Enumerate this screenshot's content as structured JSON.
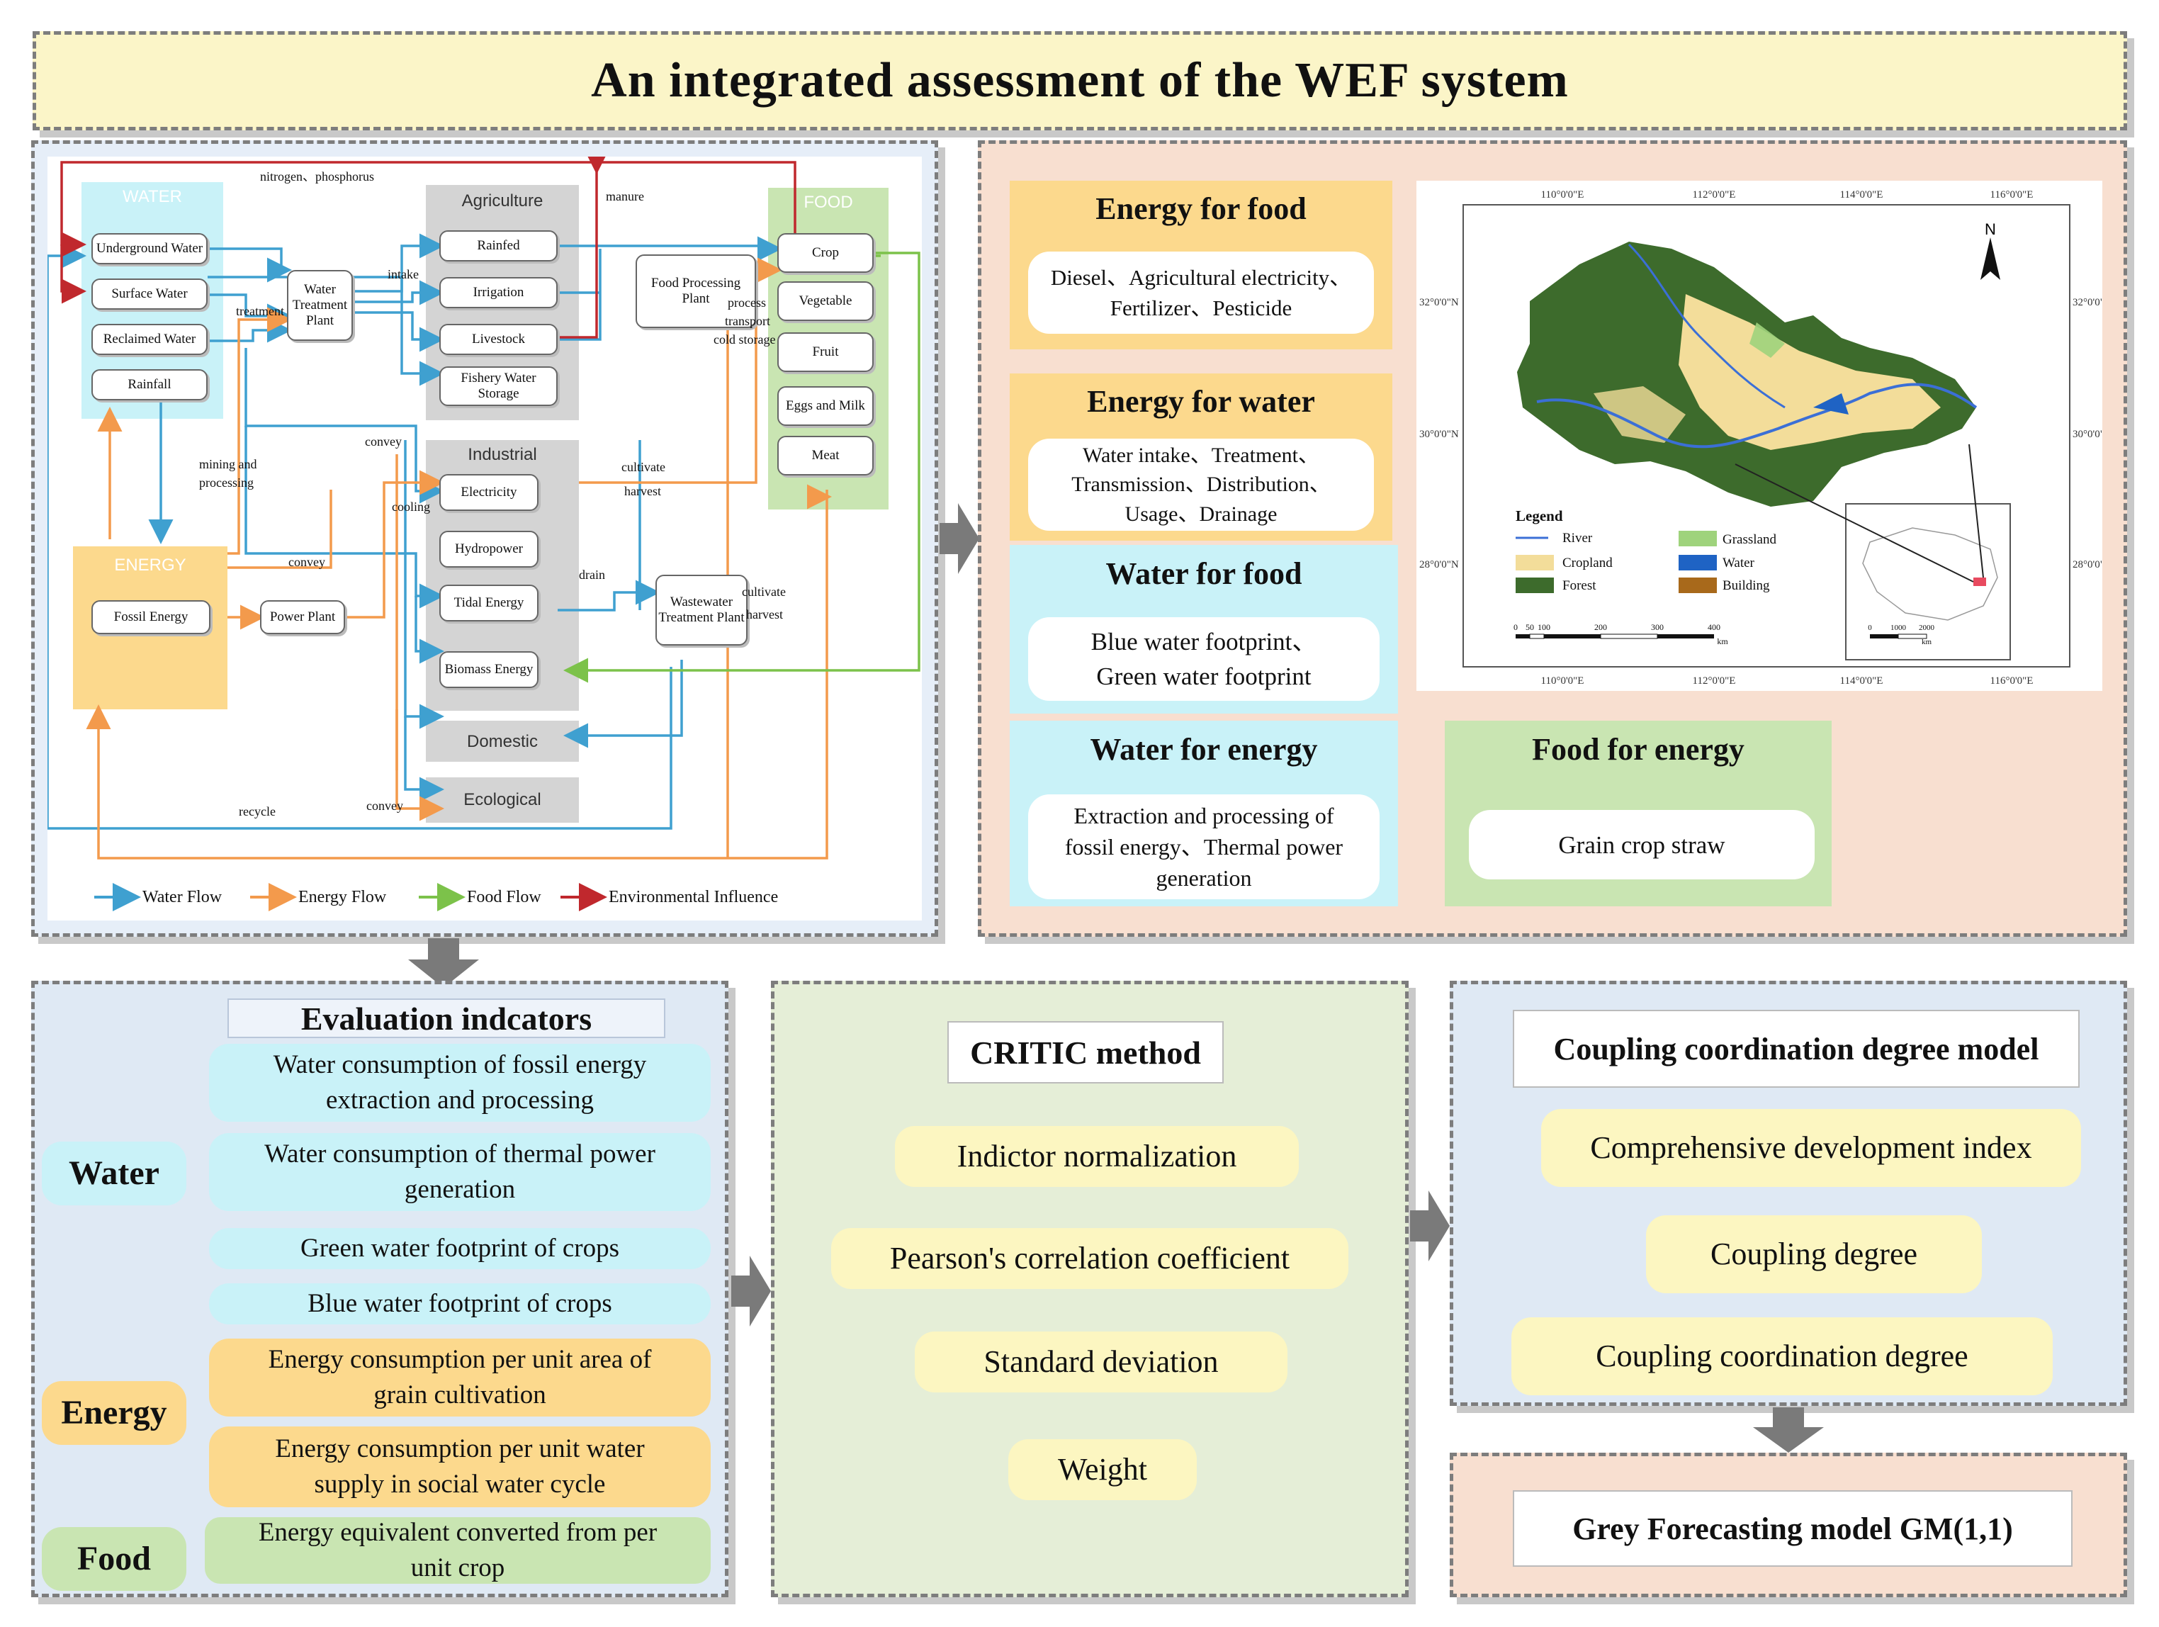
{
  "title": "An integrated assessment of the WEF system",
  "diagram": {
    "groups": {
      "water": "WATER",
      "energy": "ENERGY",
      "food": "FOOD",
      "agriculture": "Agriculture",
      "industrial": "Industrial",
      "domestic": "Domestic",
      "ecological": "Ecological"
    },
    "water_nodes": [
      "Underground Water",
      "Surface Water",
      "Reclaimed Water",
      "Rainfall"
    ],
    "agri_nodes": [
      "Rainfed",
      "Irrigation",
      "Livestock",
      "Fishery Water Storage"
    ],
    "ind_nodes": [
      "Electricity",
      "Hydropower",
      "Tidal Energy",
      "Biomass Energy"
    ],
    "food_nodes": [
      "Crop",
      "Vegetable",
      "Fruit",
      "Eggs and Milk",
      "Meat"
    ],
    "wtp": "Water Treatment Plant",
    "fpp": "Food Processing Plant",
    "wwtp": "Wastewater Treatment Plant",
    "fossil": "Fossil Energy",
    "power": "Power Plant",
    "flow_labels": {
      "nitrogen": "nitrogen、phosphorus",
      "manure": "manure",
      "intake": "intake",
      "treatment": "treatment",
      "process": "process",
      "transport": "transport",
      "cold": "cold storage",
      "mining": "mining and",
      "processing": "processing",
      "convey1": "convey",
      "convey2": "convey",
      "convey3": "convey",
      "cooling": "cooling",
      "cultivate1": "cultivate",
      "harvest1": "harvest",
      "drain": "drain",
      "cultivate2": "cultivate",
      "harvest2": "harvest",
      "recycle": "recycle"
    },
    "legend": [
      "Water Flow",
      "Energy Flow",
      "Food Flow",
      "Environmental Influence"
    ],
    "colors": {
      "water": "#3fa0d0",
      "energy": "#f39a4c",
      "food": "#7cc24a",
      "env": "#c0282d"
    }
  },
  "nexus": {
    "energy_for_food": {
      "title": "Energy for food",
      "text": [
        "Diesel、Agricultural electricity、",
        "Fertilizer、Pesticide"
      ]
    },
    "energy_for_water": {
      "title": "Energy for water",
      "text": [
        "Water intake、Treatment、",
        "Transmission、Distribution、",
        "Usage、Drainage"
      ]
    },
    "water_for_food": {
      "title": "Water for food",
      "text": [
        "Blue water footprint、",
        "Green water footprint"
      ]
    },
    "water_for_energy": {
      "title": "Water for energy",
      "text": [
        "Extraction and processing of",
        "fossil energy、Thermal power",
        "generation"
      ]
    },
    "food_for_energy": {
      "title": "Food for energy",
      "text": [
        "Grain crop straw"
      ]
    }
  },
  "map": {
    "lon_ticks": [
      "110°0'0\"E",
      "112°0'0\"E",
      "114°0'0\"E",
      "116°0'0\"E"
    ],
    "lat_ticks": [
      "32°0'0\"N",
      "30°0'0\"N",
      "28°0'0\"N"
    ],
    "north": "N",
    "legend_title": "Legend",
    "legend_items": [
      {
        "label": "River",
        "color": "#3b6fd6"
      },
      {
        "label": "Grassland",
        "color": "#9fd37c"
      },
      {
        "label": "Cropland",
        "color": "#f3dd9a"
      },
      {
        "label": "Water",
        "color": "#1f63c4"
      },
      {
        "label": "Forest",
        "color": "#3d6b2c"
      },
      {
        "label": "Building",
        "color": "#a8691b"
      }
    ],
    "scale_main": [
      "0",
      "50",
      "100",
      "200",
      "300",
      "400"
    ],
    "scale_main_unit": "km",
    "scale_inset": [
      "0",
      "1000",
      "2000"
    ],
    "scale_inset_unit": "km"
  },
  "evaluation": {
    "title": "Evaluation indcators",
    "categories": {
      "water": "Water",
      "energy": "Energy",
      "food": "Food"
    },
    "water_items": [
      [
        "Water consumption of fossil energy",
        "extraction and processing"
      ],
      [
        "Water consumption of thermal power",
        "generation"
      ],
      [
        "Green water footprint of crops"
      ],
      [
        "Blue water footprint of crops"
      ]
    ],
    "energy_items": [
      [
        "Energy consumption per unit area of",
        "grain cultivation"
      ],
      [
        "Energy consumption per unit water",
        "supply in social water cycle"
      ]
    ],
    "food_items": [
      [
        "Energy equivalent converted from per",
        "unit crop"
      ]
    ]
  },
  "critic": {
    "title": "CRITIC method",
    "steps": [
      "Indictor normalization",
      "Pearson's correlation coefficient",
      "Standard deviation",
      "Weight"
    ]
  },
  "coupling": {
    "title": "Coupling coordination degree model",
    "steps": [
      "Comprehensive development index",
      "Coupling degree",
      "Coupling coordination degree"
    ]
  },
  "grey": {
    "title": "Grey Forecasting model GM(1,1)"
  }
}
